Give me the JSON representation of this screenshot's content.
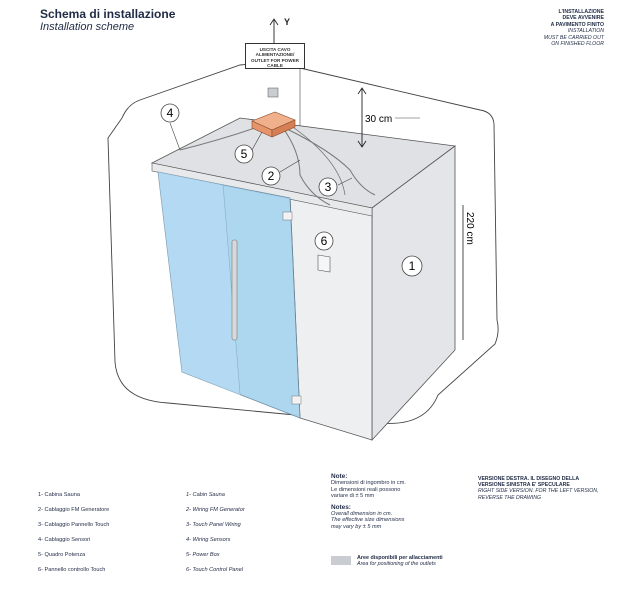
{
  "header": {
    "title": "Schema di installazione",
    "subtitle": "Installation scheme"
  },
  "top_note": {
    "it_line1": "L'INSTALLAZIONE",
    "it_line2": "DEVE AVVENIRE",
    "it_line3": "A PAVIMENTO FINITO",
    "en_line1": "INSTALLATION",
    "en_line2": "MUST BE CARRIED OUT",
    "en_line3": "ON FINISHED FLOOR"
  },
  "outlet": {
    "line1": "USCITA CAVO",
    "line2": "ALIMENTAZIONE/",
    "line3": "OUTLET FOR POWER",
    "line4": "CABLE"
  },
  "axis_label": "Y",
  "dimensions": {
    "top_gap": "30 cm",
    "height": "220 cm"
  },
  "callouts": [
    "1",
    "2",
    "3",
    "4",
    "5",
    "6"
  ],
  "legend_it": [
    "1- Cabina Sauna",
    "2- Cablaggio FM Generatore",
    "3- Cablaggio Pannello Touch",
    "4- Cablaggio Sensori",
    "5- Quadro Potenza",
    "6- Pannello controllo Touch"
  ],
  "legend_en": [
    "1- Cabin Sauna",
    "2- Wiring FM Generator",
    "3- Touch Panel Wiring",
    "4- Wiring Sensors",
    "5- Power Box",
    "6- Touch Control Panel"
  ],
  "notes": {
    "it_heading": "Note:",
    "it_line1": "Dimensioni di ingombro in cm.",
    "it_line2": "Le dimensioni reali possono",
    "it_line3": "variare di ± 5 mm",
    "en_heading": "Notes:",
    "en_line1": "Overall dimension in cm.",
    "en_line2": "The effective size dimensions",
    "en_line3": "may vary by ± 5 mm"
  },
  "version": {
    "it_line1": "VERSIONE DESTRA. IL DISEGNO DELLA",
    "it_line2": "VERSIONE SINISTRA E' SPECULARE",
    "en_line1": "RIGHT SIDE VERSION. FOR THE LEFT VERSION,",
    "en_line2": "REVERSE THE DRAWING"
  },
  "outlet_area": {
    "it": "Aree disponibili per allacciamenti",
    "en": "Area for positioning of the outlets"
  },
  "colors": {
    "glass": "#a9d4ef",
    "cabin_wall": "#e9eaec",
    "cabin_top": "#dfe1e4",
    "power_box": "#e6956a",
    "outlet_area": "#c9ccd1",
    "text": "#1f2a44"
  }
}
